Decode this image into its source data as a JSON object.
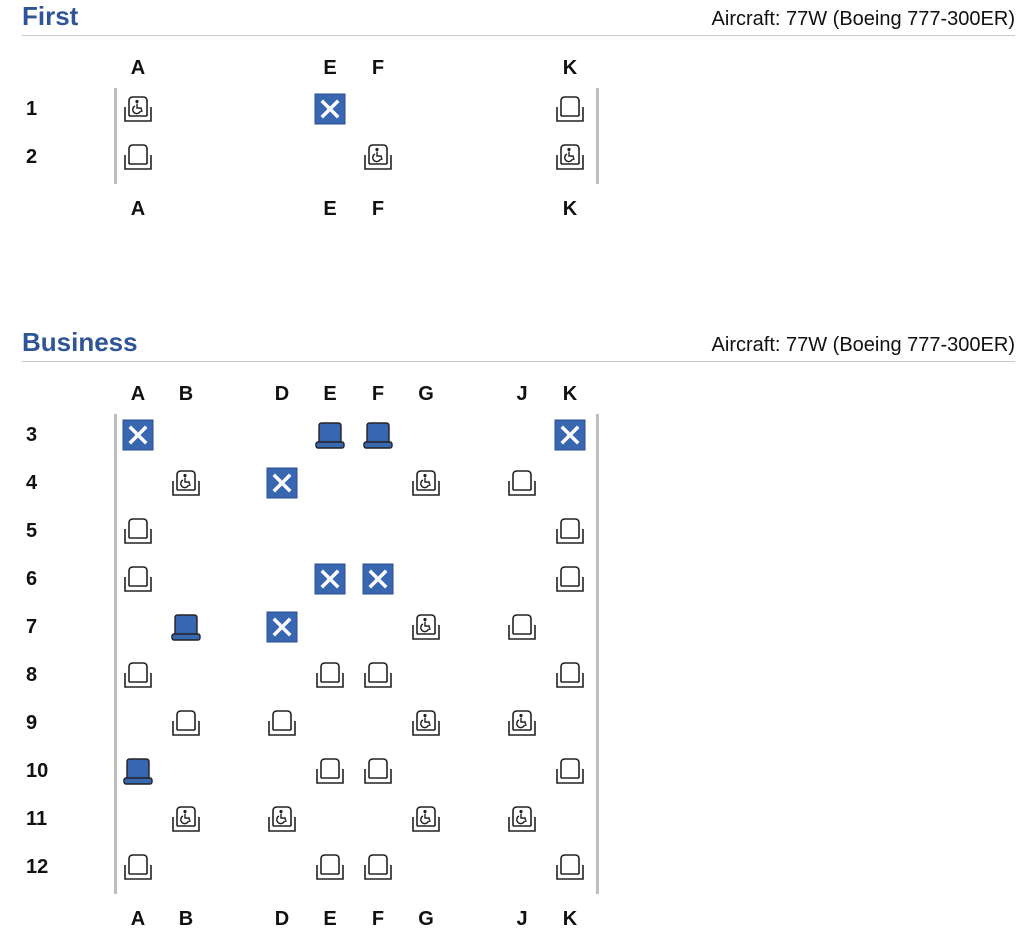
{
  "colors": {
    "title": "#2f5597",
    "seat_blue": "#3966b0",
    "seat_outline": "#222222",
    "rail": "#bdbdbd"
  },
  "sections": [
    {
      "id": "first",
      "title": "First",
      "aircraft": "Aircraft: 77W (Boeing 777-300ER)",
      "columns": [
        "A",
        "E",
        "F",
        "K"
      ],
      "rows": [
        {
          "label": "1",
          "seats": [
            {
              "col": "A",
              "status": "accessible"
            },
            {
              "col": "E",
              "status": "unavailable"
            },
            {
              "col": "K",
              "status": "available"
            }
          ]
        },
        {
          "label": "2",
          "seats": [
            {
              "col": "A",
              "status": "available"
            },
            {
              "col": "F",
              "status": "accessible"
            },
            {
              "col": "K",
              "status": "accessible"
            }
          ]
        }
      ]
    },
    {
      "id": "business",
      "title": "Business",
      "aircraft": "Aircraft: 77W (Boeing 777-300ER)",
      "columns": [
        "A",
        "B",
        "D",
        "E",
        "F",
        "G",
        "J",
        "K"
      ],
      "rows": [
        {
          "label": "3",
          "seats": [
            {
              "col": "A",
              "status": "unavailable"
            },
            {
              "col": "E",
              "status": "occupied"
            },
            {
              "col": "F",
              "status": "occupied"
            },
            {
              "col": "K",
              "status": "unavailable"
            }
          ]
        },
        {
          "label": "4",
          "seats": [
            {
              "col": "B",
              "status": "accessible"
            },
            {
              "col": "D",
              "status": "unavailable"
            },
            {
              "col": "G",
              "status": "accessible"
            },
            {
              "col": "J",
              "status": "available"
            }
          ]
        },
        {
          "label": "5",
          "seats": [
            {
              "col": "A",
              "status": "available"
            },
            {
              "col": "K",
              "status": "available"
            }
          ]
        },
        {
          "label": "6",
          "seats": [
            {
              "col": "A",
              "status": "available"
            },
            {
              "col": "E",
              "status": "unavailable"
            },
            {
              "col": "F",
              "status": "unavailable"
            },
            {
              "col": "K",
              "status": "available"
            }
          ]
        },
        {
          "label": "7",
          "seats": [
            {
              "col": "B",
              "status": "occupied"
            },
            {
              "col": "D",
              "status": "unavailable"
            },
            {
              "col": "G",
              "status": "accessible"
            },
            {
              "col": "J",
              "status": "available"
            }
          ]
        },
        {
          "label": "8",
          "seats": [
            {
              "col": "A",
              "status": "available"
            },
            {
              "col": "E",
              "status": "available"
            },
            {
              "col": "F",
              "status": "available"
            },
            {
              "col": "K",
              "status": "available"
            }
          ]
        },
        {
          "label": "9",
          "seats": [
            {
              "col": "B",
              "status": "available"
            },
            {
              "col": "D",
              "status": "available"
            },
            {
              "col": "G",
              "status": "accessible"
            },
            {
              "col": "J",
              "status": "accessible"
            }
          ]
        },
        {
          "label": "10",
          "seats": [
            {
              "col": "A",
              "status": "occupied"
            },
            {
              "col": "E",
              "status": "available"
            },
            {
              "col": "F",
              "status": "available"
            },
            {
              "col": "K",
              "status": "available"
            }
          ]
        },
        {
          "label": "11",
          "seats": [
            {
              "col": "B",
              "status": "accessible"
            },
            {
              "col": "D",
              "status": "accessible"
            },
            {
              "col": "G",
              "status": "accessible"
            },
            {
              "col": "J",
              "status": "accessible"
            }
          ]
        },
        {
          "label": "12",
          "seats": [
            {
              "col": "A",
              "status": "available"
            },
            {
              "col": "E",
              "status": "available"
            },
            {
              "col": "F",
              "status": "available"
            },
            {
              "col": "K",
              "status": "available"
            }
          ]
        }
      ]
    }
  ]
}
